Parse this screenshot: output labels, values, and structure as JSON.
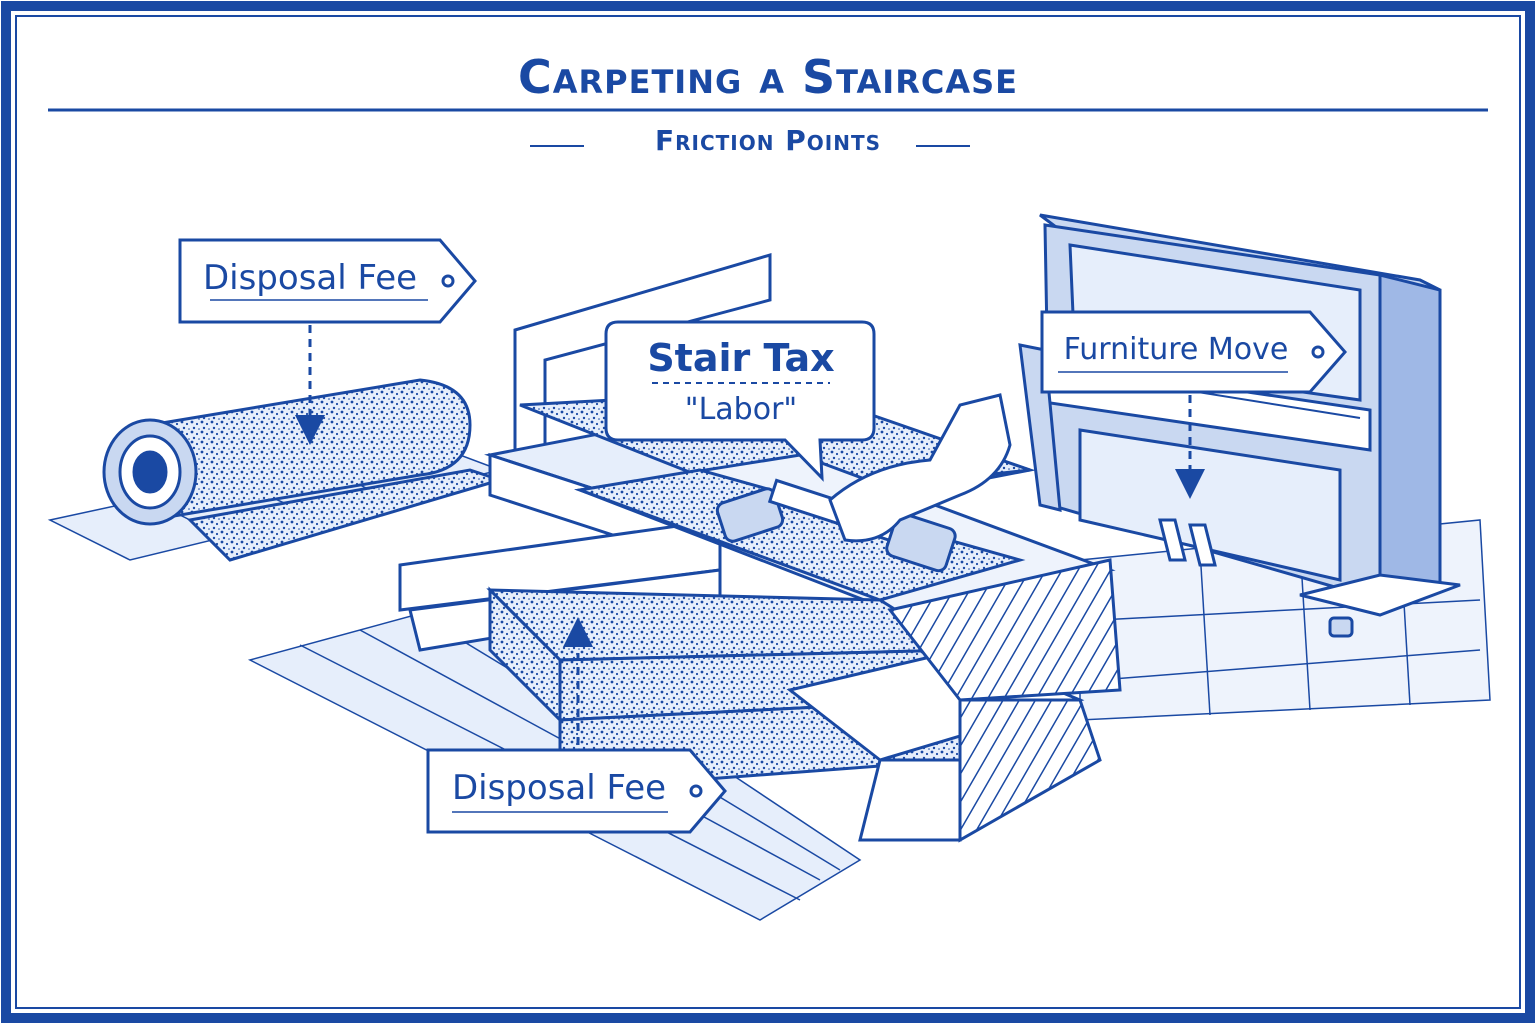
{
  "header": {
    "title": "Carpeting a Staircase",
    "subtitle": "Friction Points"
  },
  "labels": {
    "disposal_fee_top": "Disposal Fee",
    "disposal_fee_bottom": "Disposal Fee",
    "stair_tax": "Stair Tax",
    "stair_tax_sub": "\"Labor\"",
    "furniture_move": "Furniture Move"
  },
  "colors": {
    "ink": "#1a49a3",
    "tint": "#c9d8f1",
    "light": "#e6eefb"
  },
  "icons": [
    "carpet-roll-icon",
    "staircase-icon",
    "knee-kicker-icon",
    "hand-icon",
    "piano-icon"
  ]
}
